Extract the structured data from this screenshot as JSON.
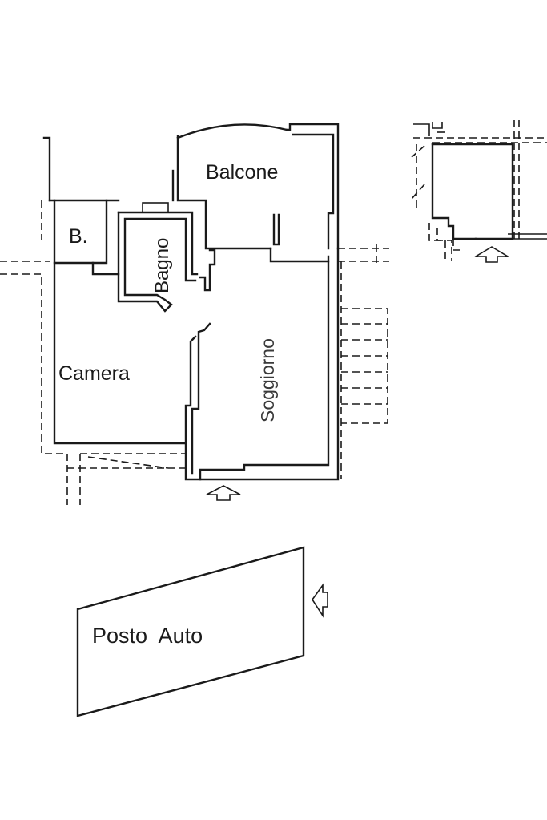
{
  "rooms": {
    "balcone": "Balcone",
    "bagno_small": "B.",
    "bagno": "Bagno",
    "camera": "Camera",
    "soggiorno": "Soggiorno",
    "posto_auto": "Posto  Auto"
  },
  "icons": {
    "entrance_main": "entrance-arrow-up-icon",
    "entrance_side": "entrance-arrow-up-icon",
    "entrance_parking": "entrance-arrow-left-icon"
  }
}
